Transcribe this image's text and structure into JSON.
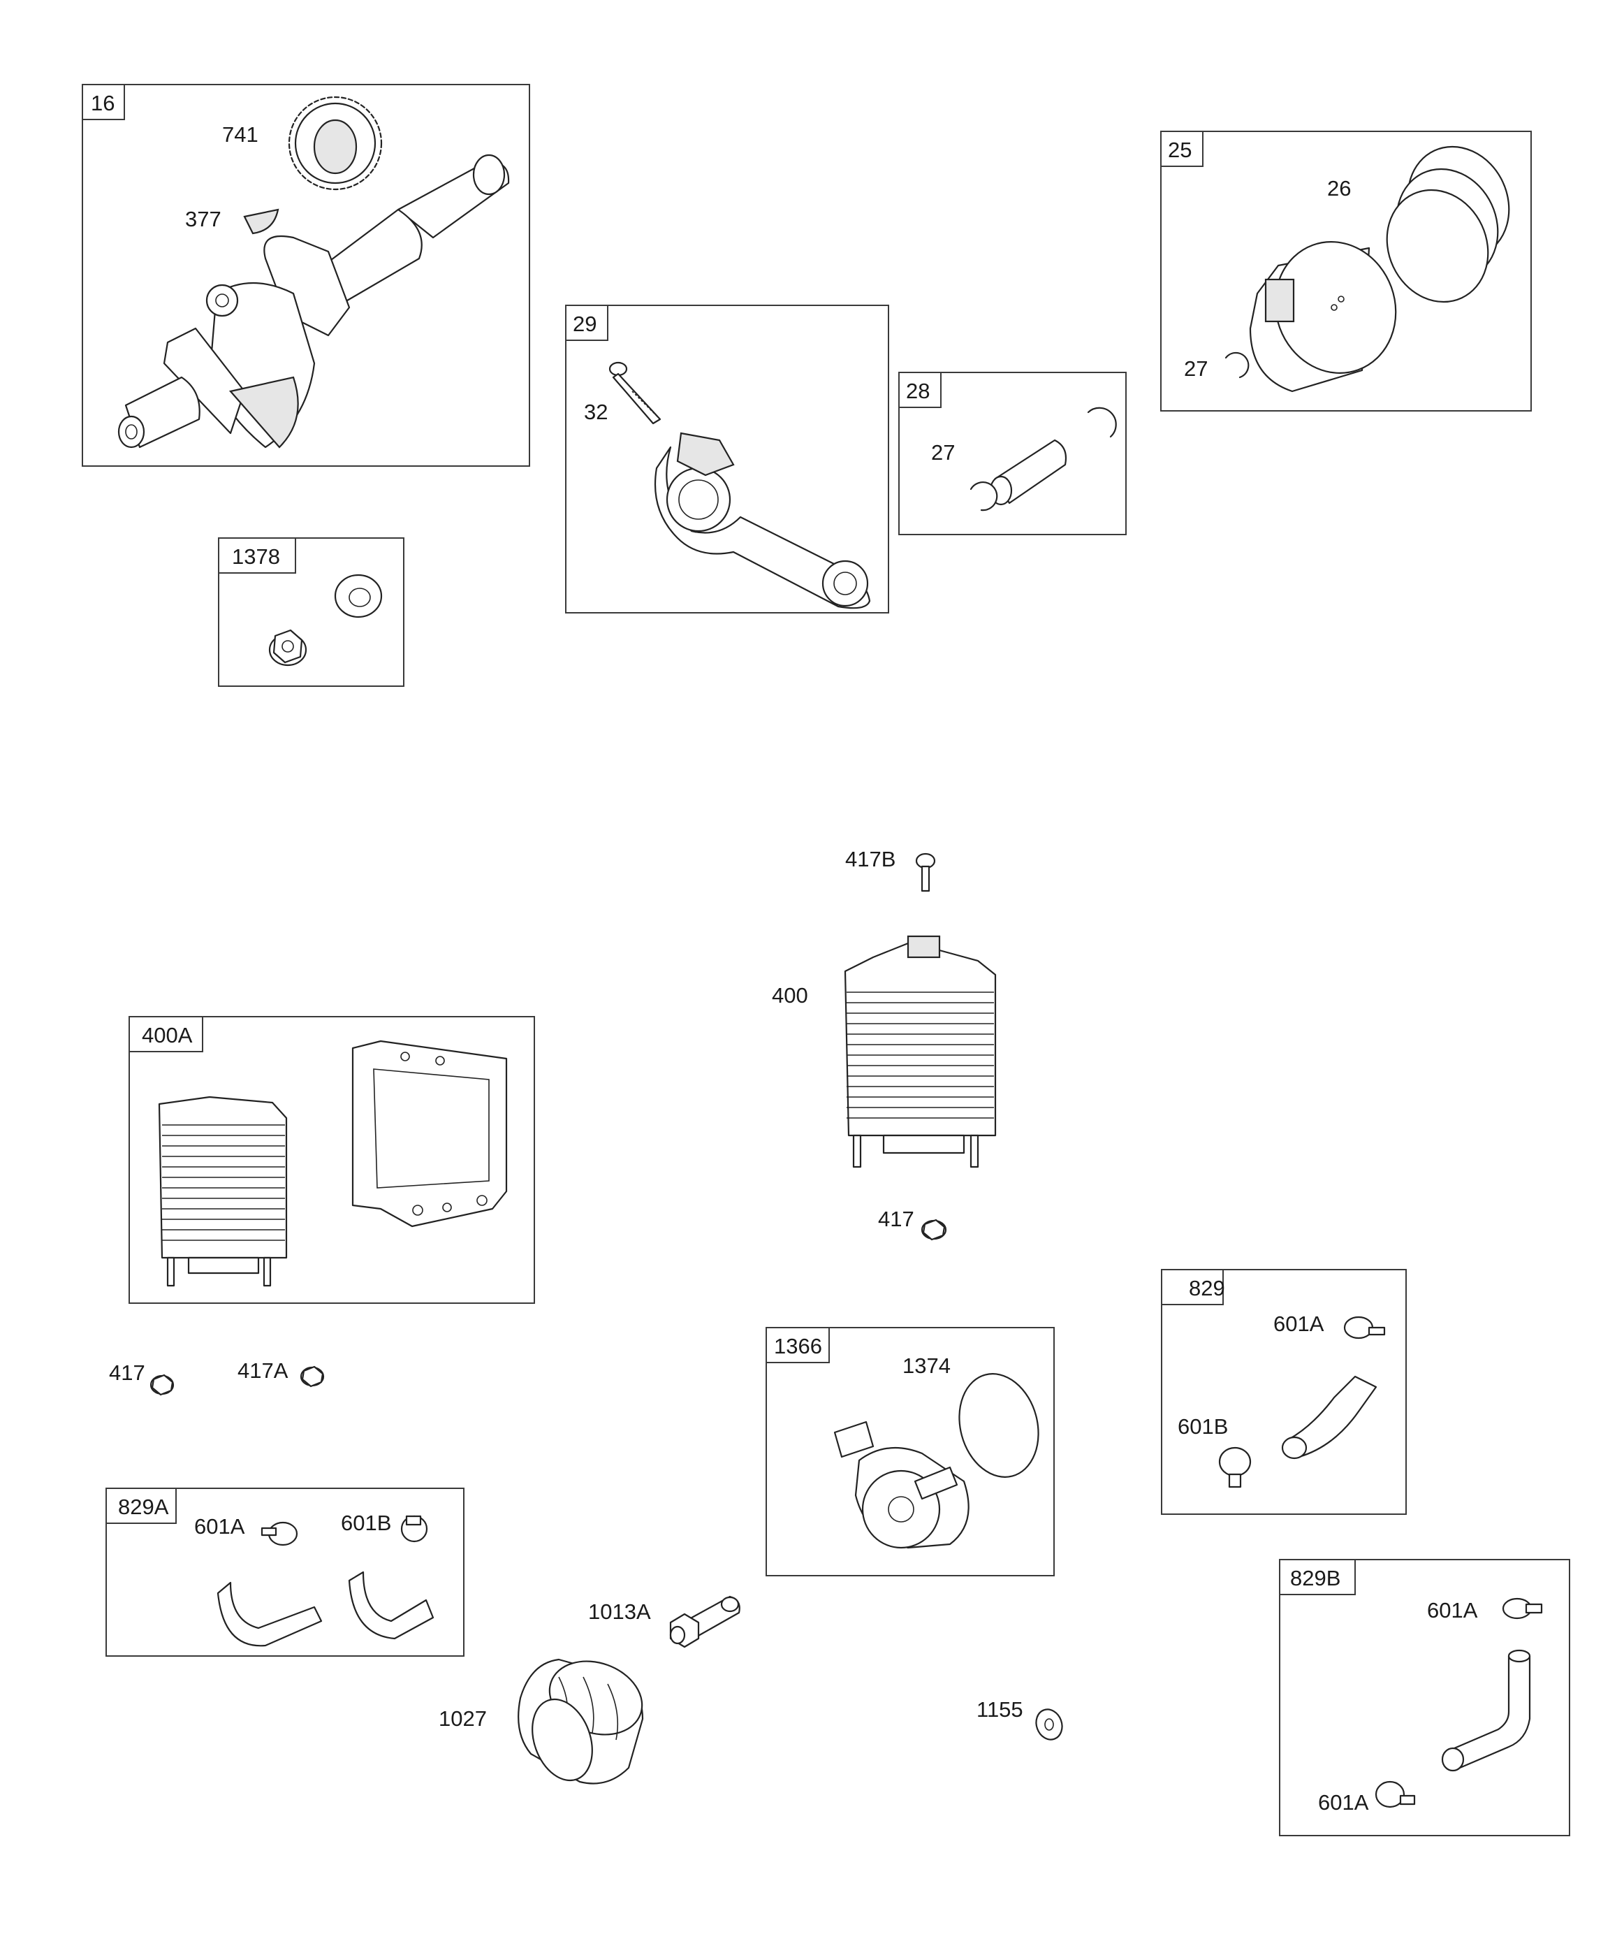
{
  "groups": {
    "crankshaft": {
      "box": "16",
      "gear": "741",
      "key": "377"
    },
    "nut_washer": {
      "box": "1378"
    },
    "connecting_rod": {
      "box": "29",
      "bolt": "32"
    },
    "piston_pin": {
      "box": "28",
      "clip": "27"
    },
    "piston": {
      "box": "25",
      "rings": "26",
      "clip": "27"
    },
    "cooler_kit": {
      "box": "400A"
    },
    "cooler": {
      "screw": "417B",
      "body": "400",
      "nut": "417"
    },
    "loose_nuts": {
      "nut": "417",
      "nut_a": "417A"
    },
    "hose_829a": {
      "box": "829A",
      "clamp_a": "601A",
      "clamp_b": "601B"
    },
    "adapter": {
      "box": "1366",
      "oring": "1374"
    },
    "hose_829": {
      "box": "829",
      "clamp_a": "601A",
      "clamp_b": "601B"
    },
    "hose_829b": {
      "box": "829B",
      "clamp_a_top": "601A",
      "clamp_a_bottom": "601A"
    },
    "filter": {
      "nipple": "1013A",
      "filter": "1027"
    },
    "washer": {
      "part": "1155"
    }
  }
}
